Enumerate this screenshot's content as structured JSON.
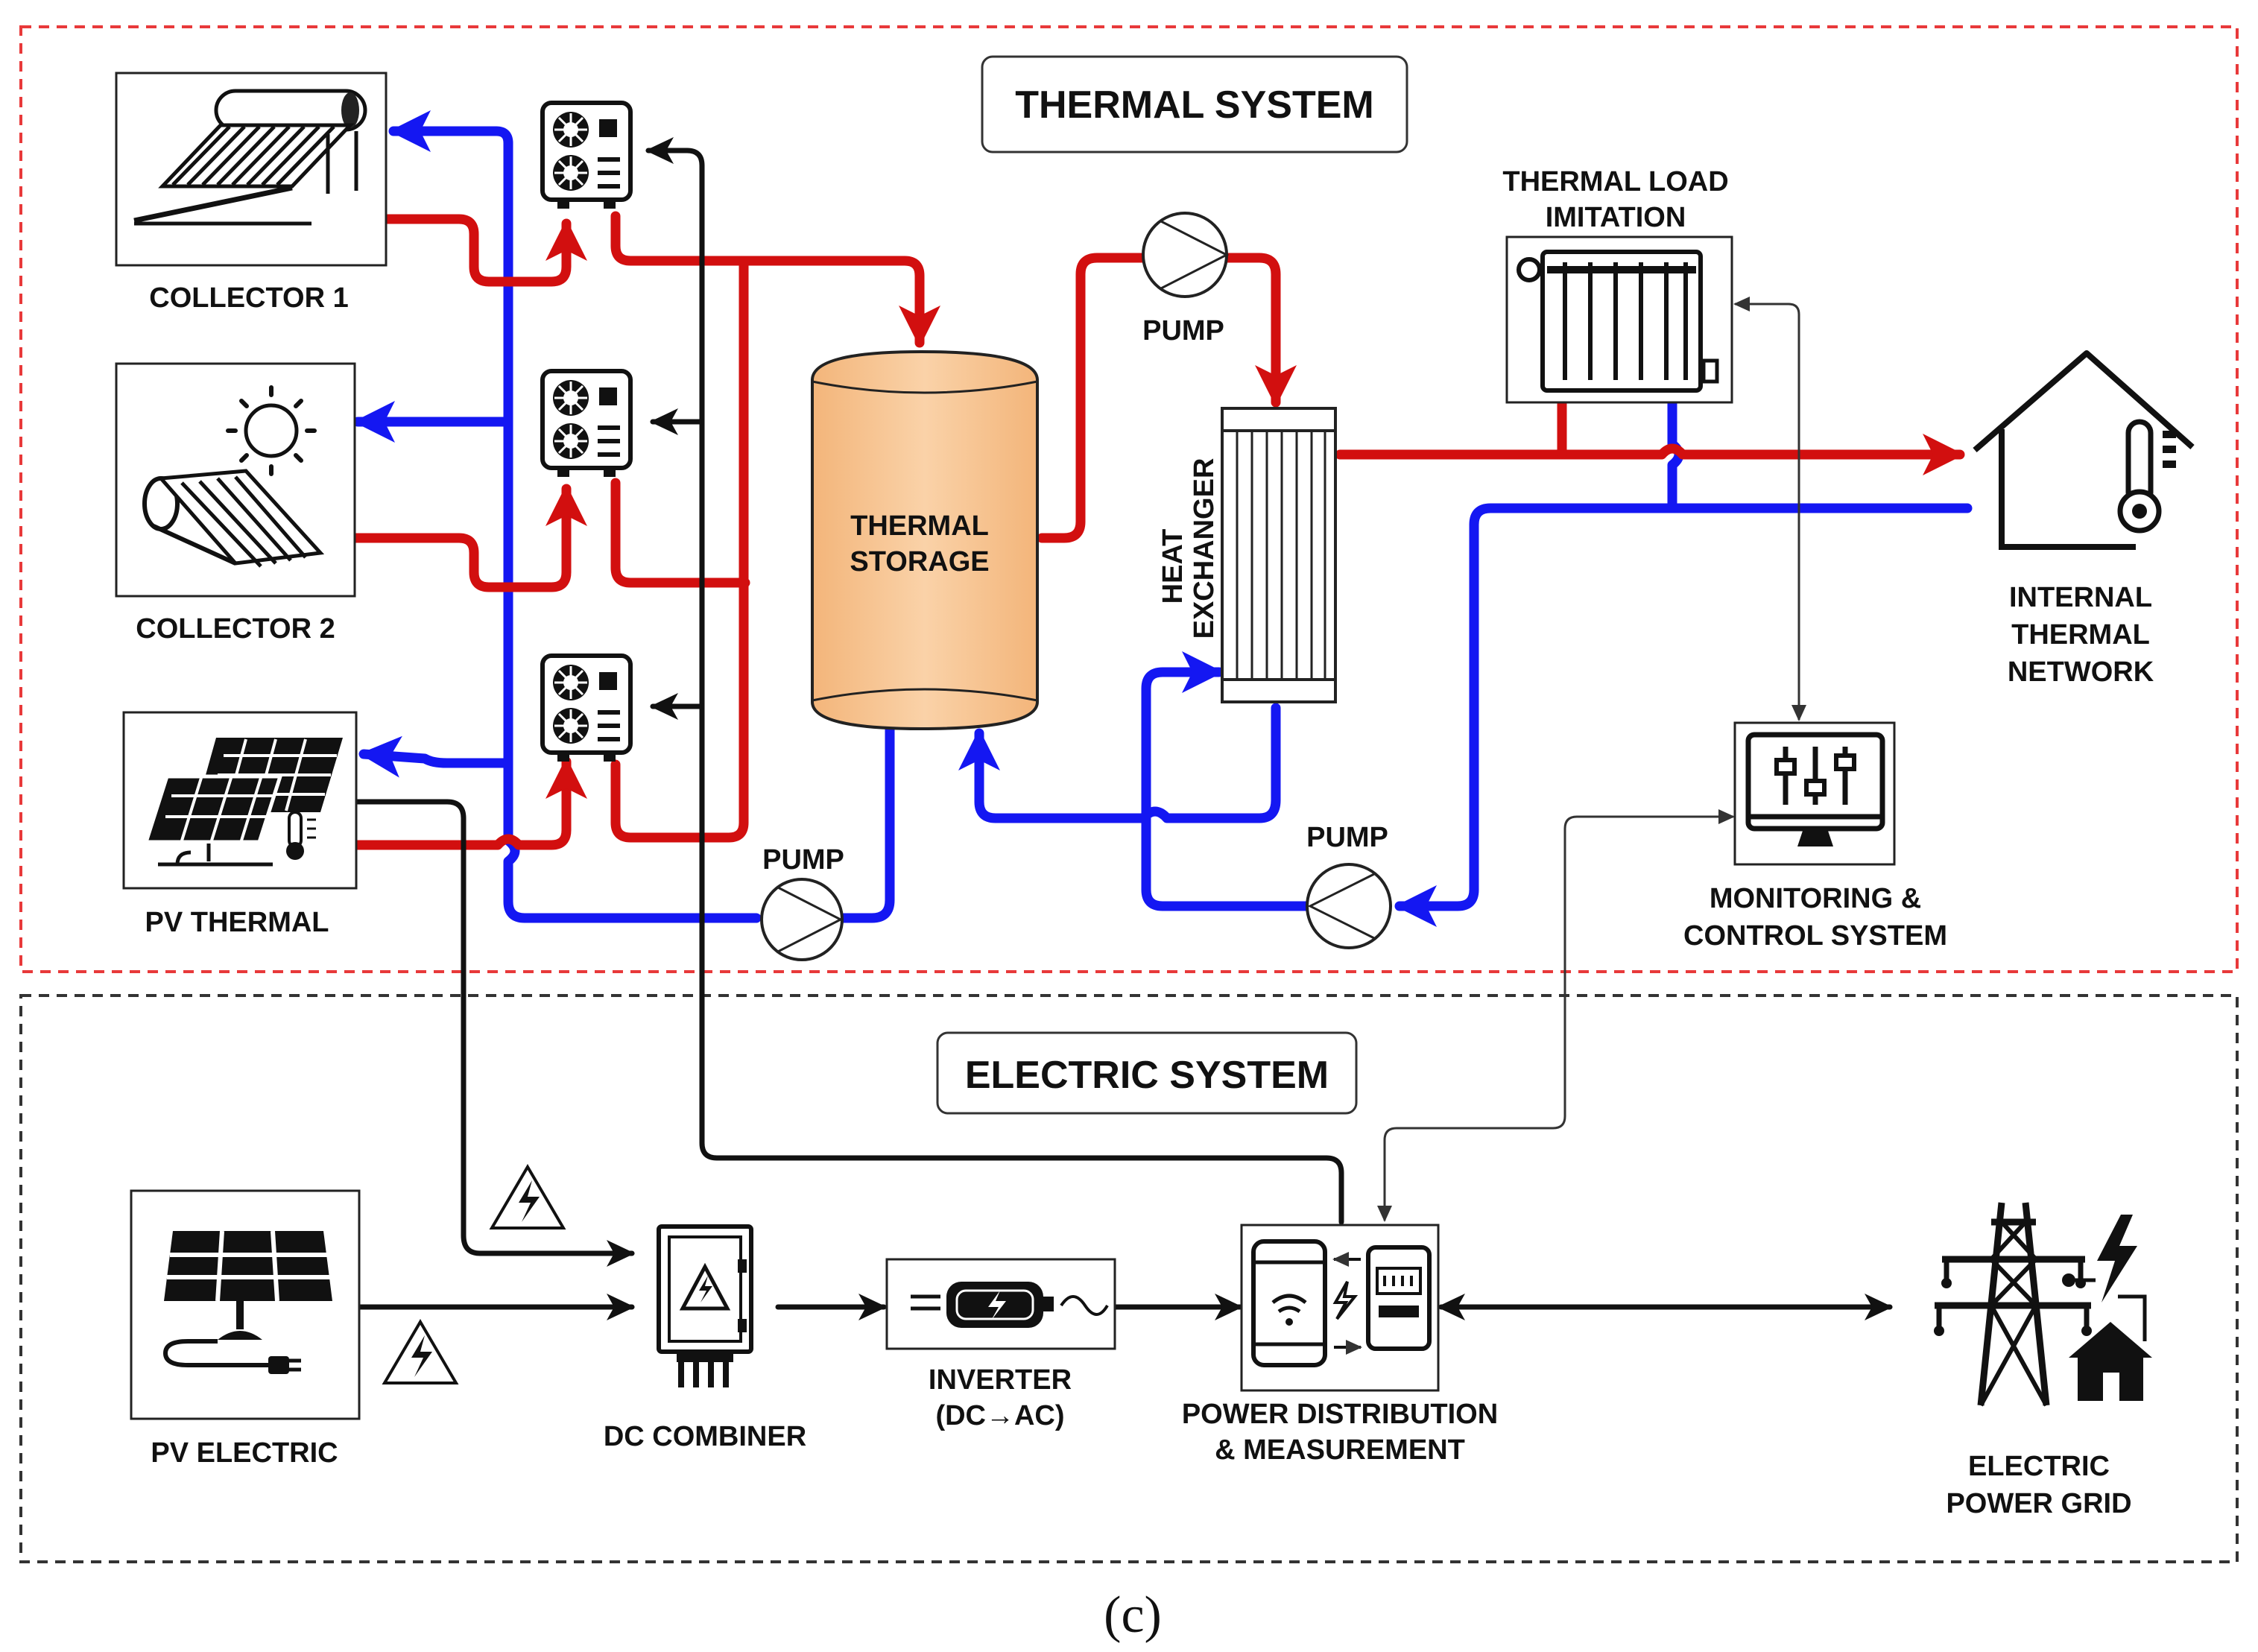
{
  "thermal_system": {
    "title": "THERMAL SYSTEM",
    "collector1": "COLLECTOR 1",
    "collector2": "COLLECTOR 2",
    "pv_thermal": "PV THERMAL",
    "storage_line1": "THERMAL",
    "storage_line2": "STORAGE",
    "pump_top": "PUMP",
    "pump_bottom_left": "PUMP",
    "pump_bottom_right": "PUMP",
    "hx_line1": "HEAT",
    "hx_line2": "EXCHANGER",
    "load_line1": "THERMAL LOAD",
    "load_line2": "IMITATION",
    "network_line1": "INTERNAL",
    "network_line2": "THERMAL",
    "network_line3": "NETWORK",
    "monitor_line1": "MONITORING &",
    "monitor_line2": "CONTROL SYSTEM"
  },
  "electric_system": {
    "title": "ELECTRIC SYSTEM",
    "pv_electric": "PV ELECTRIC",
    "dc_combiner": "DC COMBINER",
    "inverter_line1": "INVERTER",
    "inverter_line2": "(DC→AC)",
    "distribution_line1": "POWER DISTRIBUTION",
    "distribution_line2": "& MEASUREMENT",
    "grid_line1": "ELECTRIC",
    "grid_line2": "POWER GRID"
  },
  "caption": "(c)",
  "colors": {
    "hot_pipe": "#d20f0f",
    "cold_pipe": "#1417f2",
    "thermal_border": "#e8393a",
    "electric_border": "#333333",
    "storage_fill": "#f9c794"
  },
  "icons": [
    "solar-tube-collector-icon",
    "flat-plate-collector-icon",
    "pv-thermal-icon",
    "heat-pump-icon",
    "pump-icon",
    "heat-exchanger-icon",
    "radiator-icon",
    "house-thermometer-icon",
    "monitor-sliders-icon",
    "solar-panel-plug-icon",
    "high-voltage-warning-icon",
    "electrical-cabinet-icon",
    "battery-inverter-icon",
    "smart-meter-icon",
    "transmission-tower-icon",
    "house-icon"
  ]
}
